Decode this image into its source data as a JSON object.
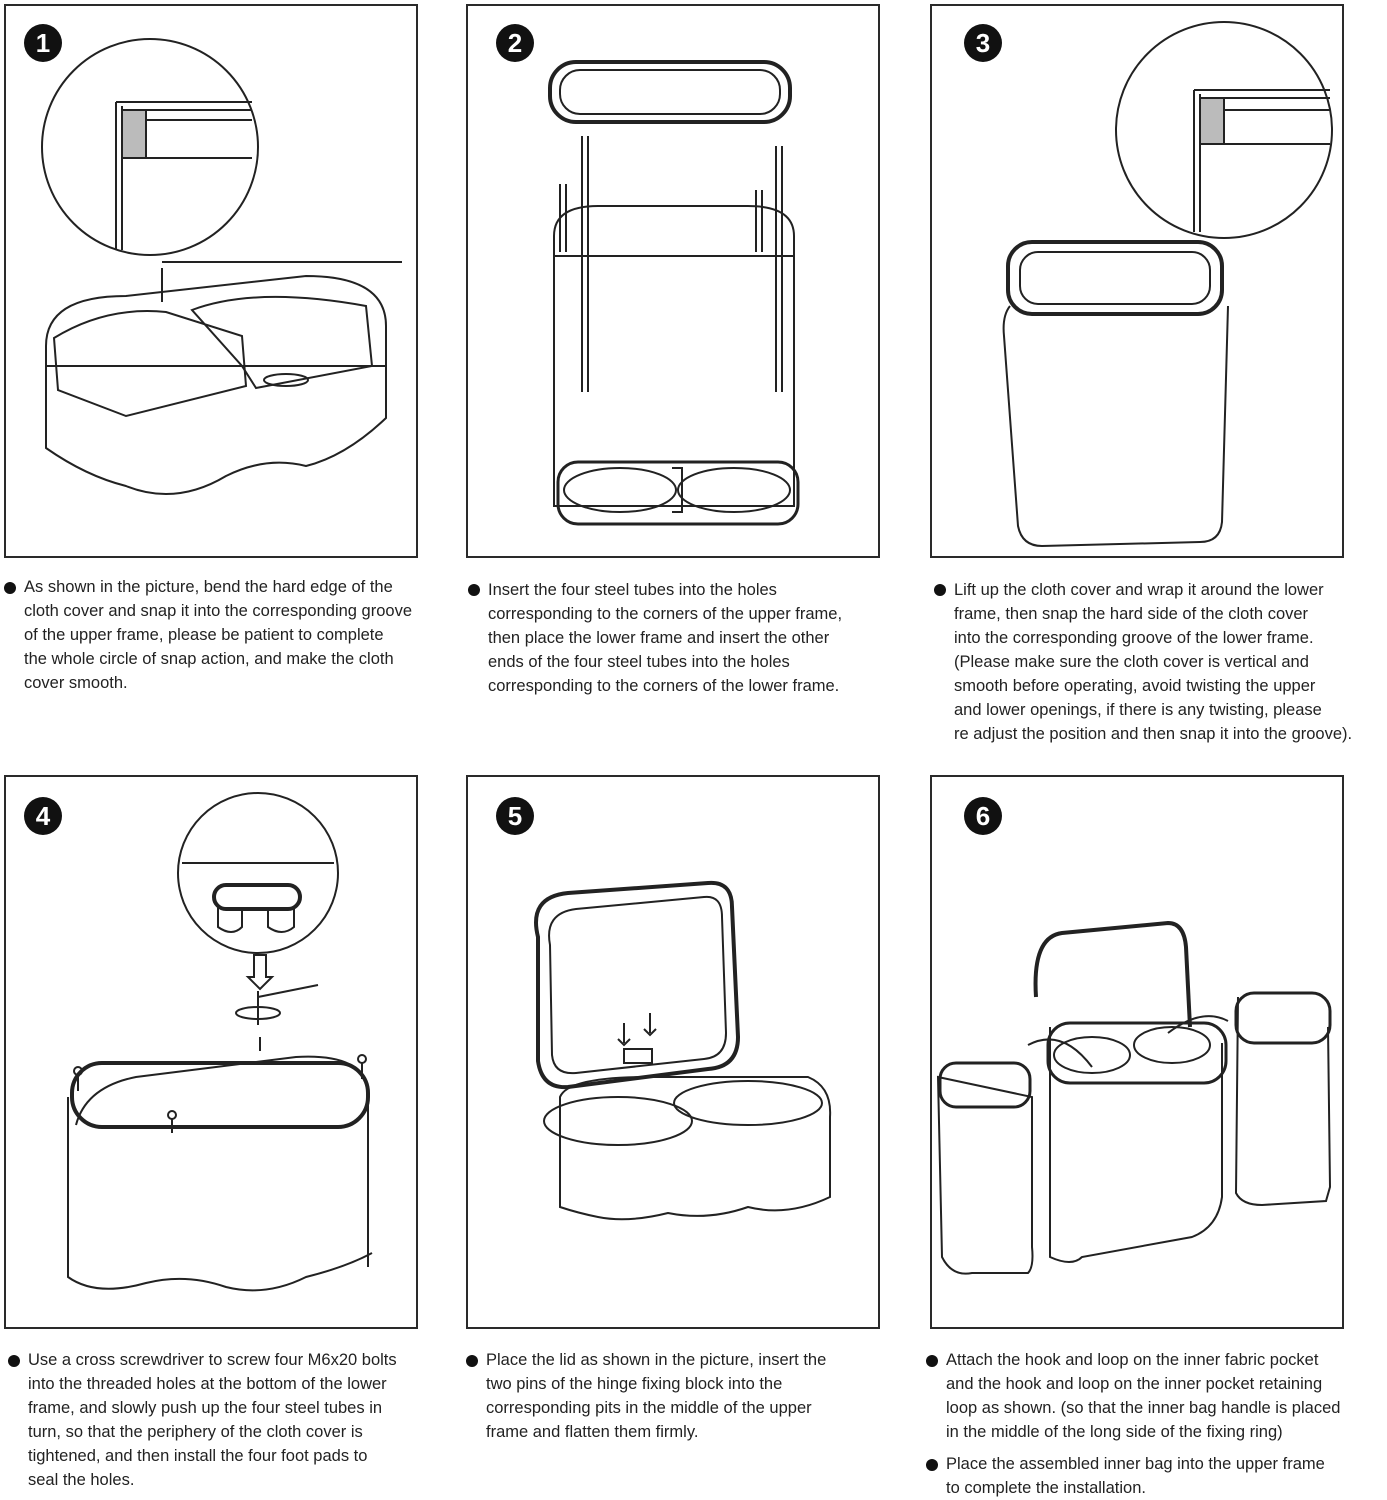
{
  "steps": [
    {
      "number": "1",
      "caption": "As shown in the picture, bend the hard edge of the\ncloth cover and snap it into the corresponding groove\nof the upper frame, please be patient to complete\nthe whole circle of snap action, and make the cloth\ncover smooth."
    },
    {
      "number": "2",
      "caption": "Insert the four steel tubes into the holes\ncorresponding to the corners of the upper frame,\nthen place the lower frame and insert the other\nends of the four steel tubes into the holes\ncorresponding to the corners of the lower frame."
    },
    {
      "number": "3",
      "caption": "Lift up the cloth cover and wrap it around the lower\nframe, then snap the hard side of the cloth cover\ninto the corresponding groove of the lower frame.\n(Please make sure the cloth cover is vertical and\nsmooth before operating, avoid twisting the upper\nand lower openings, if there is any twisting, please\nre adjust the position and then snap it into the groove)."
    },
    {
      "number": "4",
      "caption": "Use a cross screwdriver to screw four M6x20 bolts\ninto the threaded holes at the bottom of the lower\nframe, and slowly push up the four steel tubes in\nturn, so that the periphery of the cloth cover is\ntightened, and then install the four foot pads to\nseal the holes."
    },
    {
      "number": "5",
      "caption": "Place the lid as shown in the picture, insert the\ntwo pins of the hinge fixing block into the\ncorresponding pits in the middle of the upper\nframe and flatten them firmly."
    },
    {
      "number": "6",
      "caption": "Attach the hook and loop on the inner fabric pocket\nand the hook and loop on the inner pocket retaining\nloop as shown. (so that the inner bag handle is placed\nin the middle of the long side of the fixing ring)",
      "caption2": "Place the assembled inner bag into the upper frame\nto complete the installation."
    }
  ]
}
